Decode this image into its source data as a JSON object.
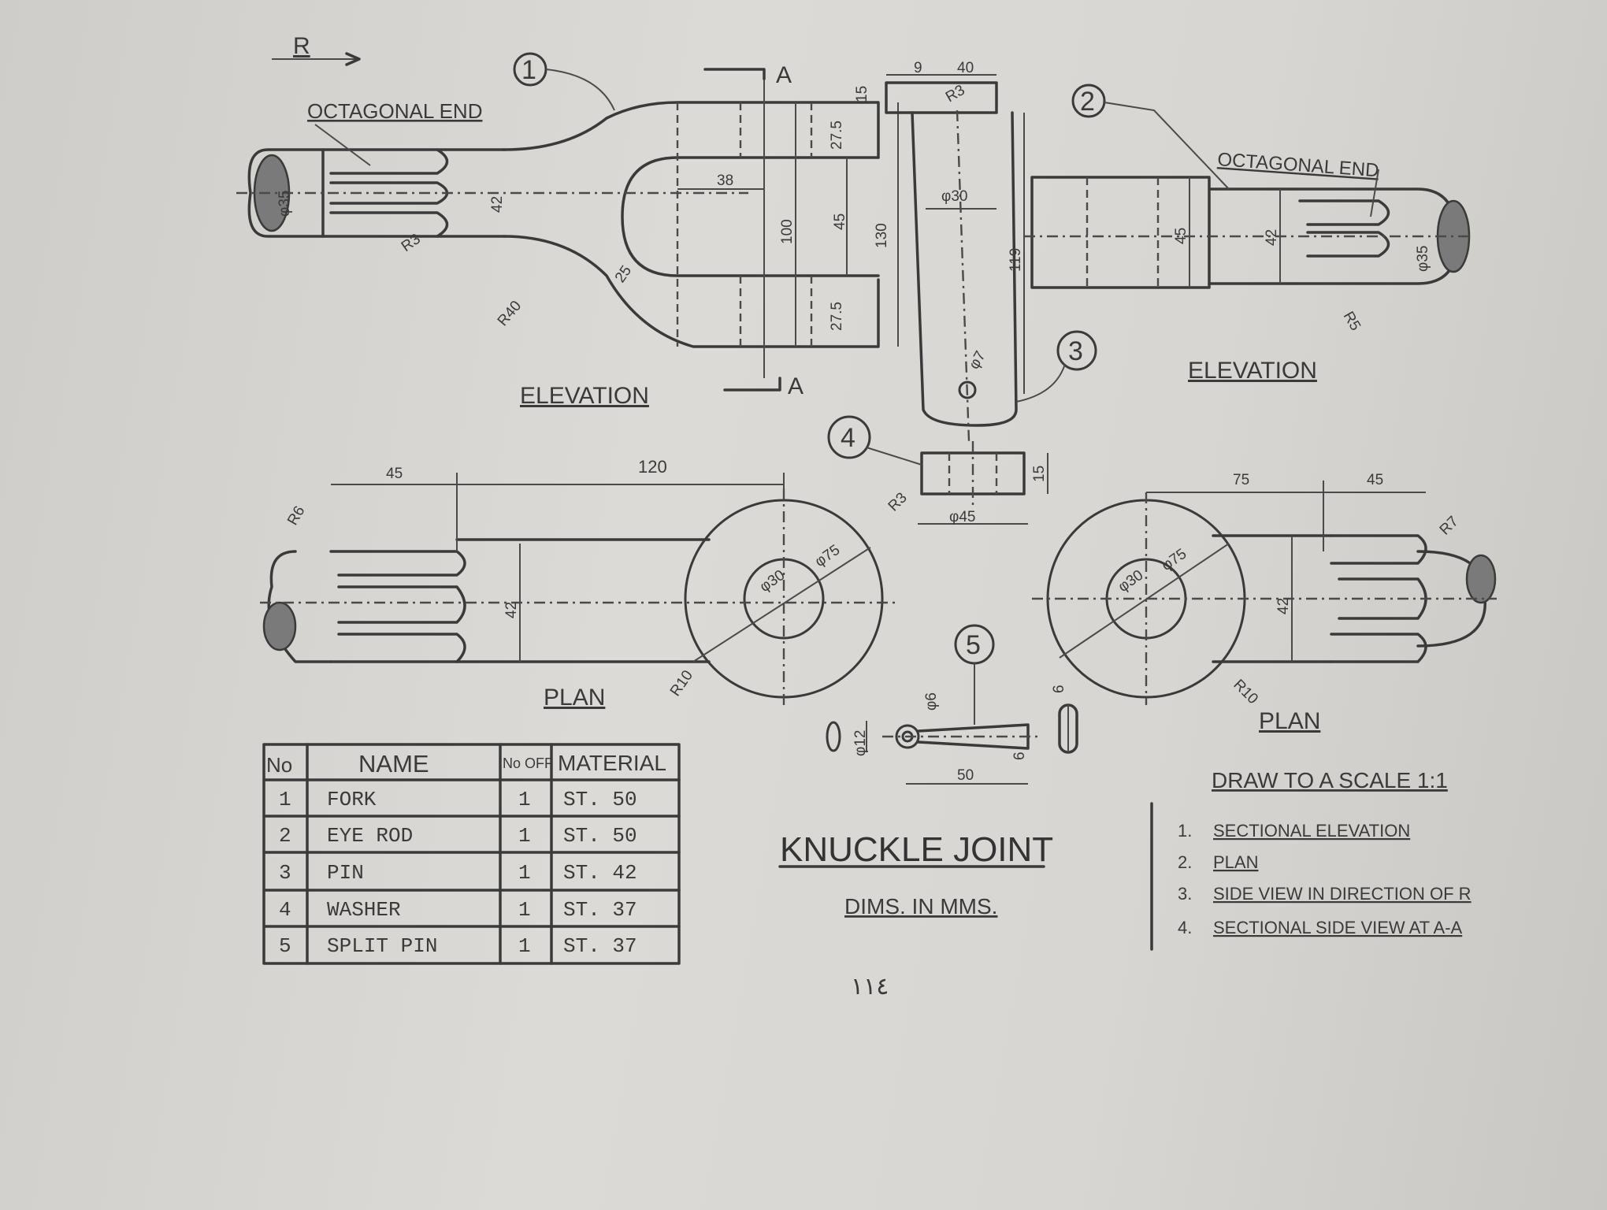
{
  "sheet": {
    "direction_label": "R",
    "title": "KNUCKLE JOINT",
    "subtitle": "DIMS. IN MMS.",
    "page_number": "١١٤",
    "scale_note": "DRAW TO A SCALE 1:1",
    "section_marker": "A"
  },
  "views": {
    "fork_elevation": "ELEVATION",
    "eye_elevation": "ELEVATION",
    "fork_plan": "PLAN",
    "eye_plan": "PLAN",
    "octagonal_end_left": "OCTAGONAL END",
    "octagonal_end_right": "OCTAGONAL END"
  },
  "balloons": [
    "1",
    "2",
    "3",
    "4",
    "5"
  ],
  "dimensions": {
    "d35_left": "φ35",
    "d42_left": "42",
    "r3_left": "R3",
    "r40": "R40",
    "d25": "25",
    "d38": "38",
    "d100": "100",
    "d45_fork": "45",
    "d27_5_top": "27.5",
    "d27_5_bot": "27.5",
    "d130": "130",
    "d15_pin": "15",
    "d40_pin": "40",
    "d9_pin": "9",
    "r3_pin": "R3",
    "d30_pin": "φ30",
    "d119": "119",
    "d7_pin": "φ7",
    "d45_eye": "45",
    "d42_eye": "42",
    "d35_right": "φ35",
    "r5_right": "R5",
    "d45_plan": "45",
    "d120_plan": "120",
    "r6_plan": "R6",
    "d42_plan": "42",
    "d75_fork_plan": "φ75",
    "d30_fork_plan": "φ30",
    "r10_fork_plan": "R10",
    "r3_washer": "R3",
    "d45_washer": "φ45",
    "d15_washer": "15",
    "d75_eye_plan": "75",
    "d45_eye_plan": "45",
    "r7_eye_plan": "R7",
    "d42_eye_plan": "42",
    "d75c_eye_plan": "φ75",
    "d30c_eye_plan": "φ30",
    "r10_eye_plan": "R10",
    "d12_split": "φ12",
    "d6_split": "φ6",
    "d50_split": "50",
    "d6b_split": "6",
    "d6c_split": "6"
  },
  "parts_table": {
    "headers": [
      "No",
      "NAME",
      "No OFF",
      "MATERIAL"
    ],
    "rows": [
      {
        "no": "1",
        "name": "FORK",
        "qty": "1",
        "material": "ST. 50"
      },
      {
        "no": "2",
        "name": "EYE ROD",
        "qty": "1",
        "material": "ST. 50"
      },
      {
        "no": "3",
        "name": "PIN",
        "qty": "1",
        "material": "ST. 42"
      },
      {
        "no": "4",
        "name": "WASHER",
        "qty": "1",
        "material": "ST. 37"
      },
      {
        "no": "5",
        "name": "SPLIT PIN",
        "qty": "1",
        "material": "ST. 37"
      }
    ]
  },
  "requirements": [
    {
      "num": "1.",
      "text": "SECTIONAL ELEVATION"
    },
    {
      "num": "2.",
      "text": "PLAN"
    },
    {
      "num": "3.",
      "text": "SIDE VIEW IN DIRECTION OF R"
    },
    {
      "num": "4.",
      "text": "SECTIONAL SIDE VIEW AT A-A"
    }
  ]
}
